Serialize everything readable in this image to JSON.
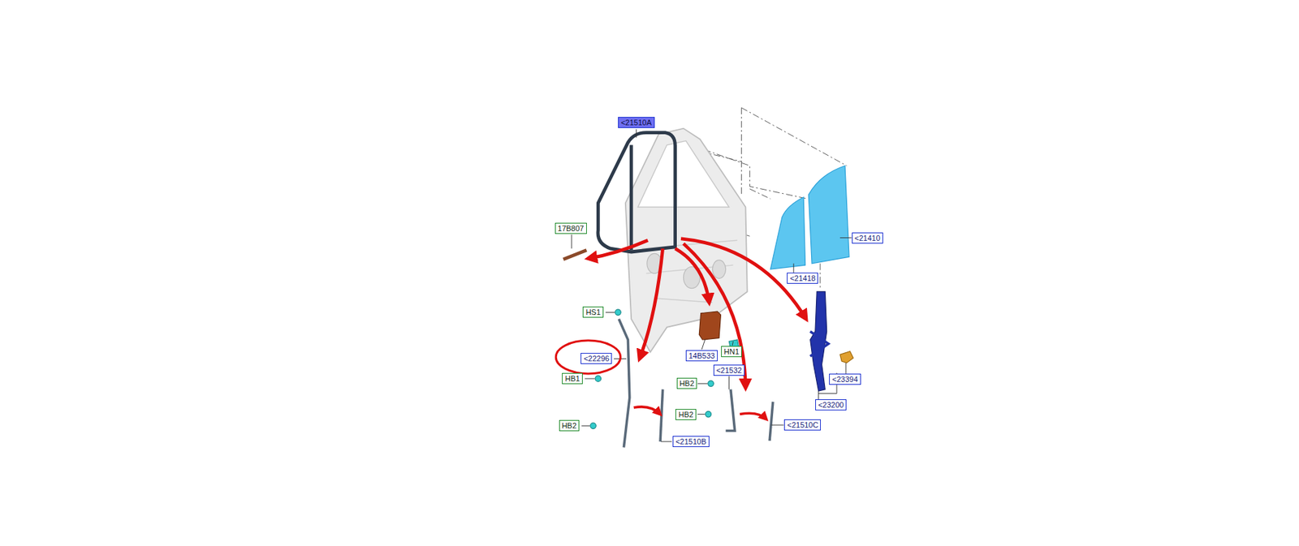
{
  "diagram": {
    "nodes": [
      {
        "text": [
          "<21510A"
        ]
      },
      {
        "text": [
          "17B807"
        ]
      },
      {
        "text": [
          "<21410"
        ]
      },
      {
        "text": [
          "<21418"
        ]
      },
      {
        "text": [
          "HS1"
        ]
      },
      {
        "text": [
          "14B533"
        ]
      },
      {
        "text": [
          "HN1"
        ]
      },
      {
        "text": [
          "<22296"
        ]
      },
      {
        "text": [
          "<21532"
        ]
      },
      {
        "text": [
          "<23394"
        ]
      },
      {
        "text": [
          "HB1"
        ]
      },
      {
        "text": [
          "HB2"
        ]
      },
      {
        "text": [
          "<23200"
        ]
      },
      {
        "text": [
          "HB2"
        ]
      },
      {
        "text": [
          "<21510C"
        ]
      },
      {
        "text": [
          "HB2"
        ]
      },
      {
        "text": [
          "<21510B"
        ]
      }
    ]
  }
}
